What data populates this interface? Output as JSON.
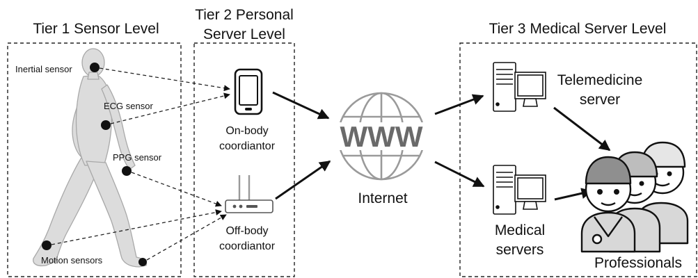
{
  "tiers": {
    "tier1": "Tier 1 Sensor Level",
    "tier2_line1": "Tier 2 Personal",
    "tier2_line2": "Server Level",
    "tier3": "Tier 3 Medical Server Level"
  },
  "sensors": {
    "inertial": "Inertial sensor",
    "ecg": "ECG sensor",
    "ppg": "PPG sensor",
    "motion": "Motion sensors"
  },
  "coordinators": {
    "on_body_line1": "On-body",
    "on_body_line2": "coordiantor",
    "off_body_line1": "Off-body",
    "off_body_line2": "coordiantor"
  },
  "internet": {
    "www": "WWW",
    "label": "Internet"
  },
  "servers": {
    "telemedicine_line1": "Telemedicine",
    "telemedicine_line2": "server",
    "medical_line1": "Medical",
    "medical_line2": "servers"
  },
  "professionals": {
    "label": "Professionals"
  }
}
